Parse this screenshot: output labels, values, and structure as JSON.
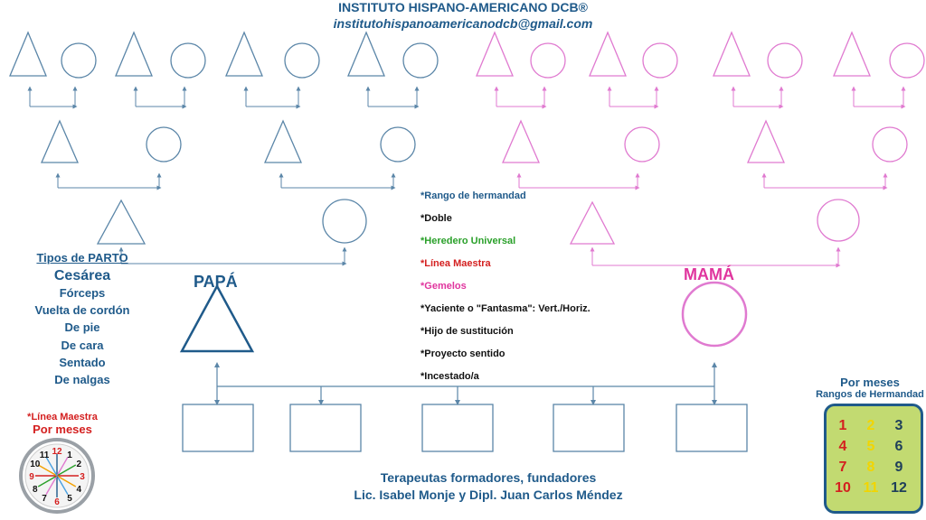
{
  "header": {
    "title": "INSTITUTO HISPANO-AMERICANO DCB®",
    "email": "institutohispanoamericanodcb@gmail.com"
  },
  "parents": {
    "father": "PAPÁ",
    "mother": "MAMÁ"
  },
  "birth_types": {
    "title": "Tipos de PARTO",
    "items": [
      "Cesárea",
      "Fórceps",
      "Vuelta de cordón",
      "De pie",
      "De cara",
      "Sentado",
      "De nalgas"
    ]
  },
  "legend": [
    {
      "text": "*Rango de hermandad",
      "color": "#1f5a8a"
    },
    {
      "text": "*Doble",
      "color": "#111111"
    },
    {
      "text": "*Heredero Universal",
      "color": "#2aa02a"
    },
    {
      "text": "*Línea Maestra",
      "color": "#d42020"
    },
    {
      "text": "*Gemelos",
      "color": "#e0359e"
    },
    {
      "text": "*Yaciente o \"Fantasma\":  Vert./Horiz.",
      "color": "#111111"
    },
    {
      "text": "*Hijo de sustitución",
      "color": "#111111"
    },
    {
      "text": "*Proyecto sentido",
      "color": "#111111"
    },
    {
      "text": "*Incestado/a",
      "color": "#111111"
    }
  ],
  "linea_maestra": {
    "label": "*Línea Maestra",
    "sub": "Por meses"
  },
  "clock_numbers": [
    "12",
    "1",
    "2",
    "3",
    "4",
    "5",
    "6",
    "7",
    "8",
    "9",
    "10",
    "11"
  ],
  "ranges": {
    "title": "Por meses",
    "subtitle": "Rangos de Hermandad",
    "numbers": [
      "1",
      "2",
      "3",
      "4",
      "5",
      "6",
      "7",
      "8",
      "9",
      "10",
      "11",
      "12"
    ]
  },
  "footer": {
    "line1": "Terapeutas formadores, fundadores",
    "line2": "Lic. Isabel Monje y Dipl. Juan Carlos Méndez"
  },
  "colors": {
    "paternal": "#5b86a8",
    "maternal": "#e07ad0",
    "accent": "#1f5a8a",
    "red": "#d42020",
    "yellow": "#f2d500"
  }
}
